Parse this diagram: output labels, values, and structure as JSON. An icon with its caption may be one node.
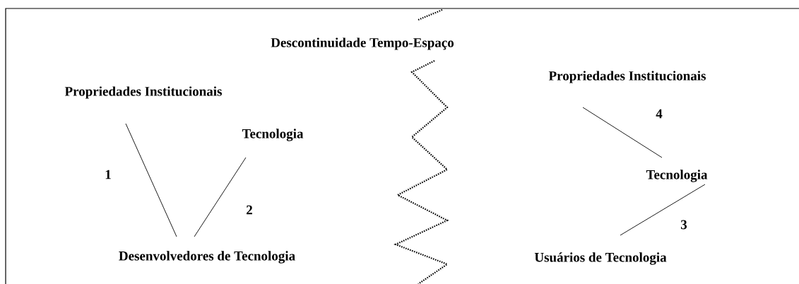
{
  "diagram": {
    "title": "Descontinuidade Tempo-Espaço",
    "nodes": [
      {
        "text": [
          "Propriedades Institucionais"
        ]
      },
      {
        "text": [
          "Tecnologia"
        ]
      },
      {
        "text": [
          "Desenvolvedores de Tecnologia"
        ]
      },
      {
        "text": [
          "Propriedades Institucionais"
        ]
      },
      {
        "text": [
          "Tecnologia"
        ]
      },
      {
        "text": [
          "Usuários de Tecnologia"
        ]
      }
    ],
    "edges": [
      {
        "from": 0,
        "to": 2,
        "arrow": "none",
        "label": "1"
      },
      {
        "from": 1,
        "to": 2,
        "arrow": "none",
        "label": "2"
      },
      {
        "from": 3,
        "to": 4,
        "arrow": "none",
        "label": "4"
      },
      {
        "from": 4,
        "to": 5,
        "arrow": "none",
        "label": "3"
      }
    ]
  }
}
